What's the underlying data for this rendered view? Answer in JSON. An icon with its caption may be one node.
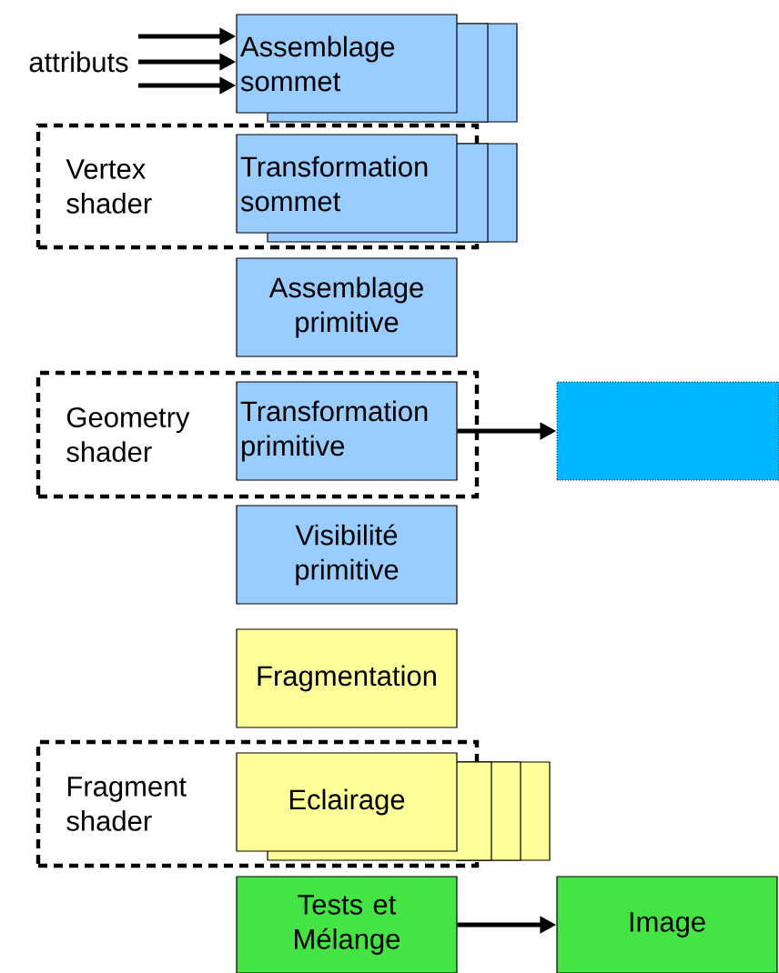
{
  "diagram": {
    "nodes": [
      {
        "text": [
          "attributs"
        ]
      },
      {
        "text": [
          "Assemblage sommet"
        ]
      },
      {
        "text": [
          "Vertex shader"
        ]
      },
      {
        "text": [
          "Transformation sommet"
        ],
        "in": 2
      },
      {
        "text": [
          "Assemblage primitive"
        ]
      },
      {
        "text": [
          "Geometry shader"
        ]
      },
      {
        "text": [
          "Transformation primitive"
        ],
        "in": 5
      },
      {
        "text": [],
        "shape": "box"
      },
      {
        "text": [
          "Visibilité primitive"
        ]
      },
      {
        "text": [
          "Fragmentation"
        ]
      },
      {
        "text": [
          "Fragment shader"
        ]
      },
      {
        "text": [
          "Eclairage"
        ],
        "in": 10
      },
      {
        "text": [
          "Tests et Mélange"
        ]
      },
      {
        "text": [
          "Image"
        ]
      }
    ],
    "edges": [
      {
        "from": 0,
        "to": 1,
        "arrow": "to"
      },
      {
        "from": 0,
        "to": 1,
        "arrow": "to"
      },
      {
        "from": 0,
        "to": 1,
        "arrow": "to"
      },
      {
        "from": 6,
        "to": 7,
        "arrow": "to"
      },
      {
        "from": 12,
        "to": 13,
        "arrow": "to"
      }
    ]
  }
}
